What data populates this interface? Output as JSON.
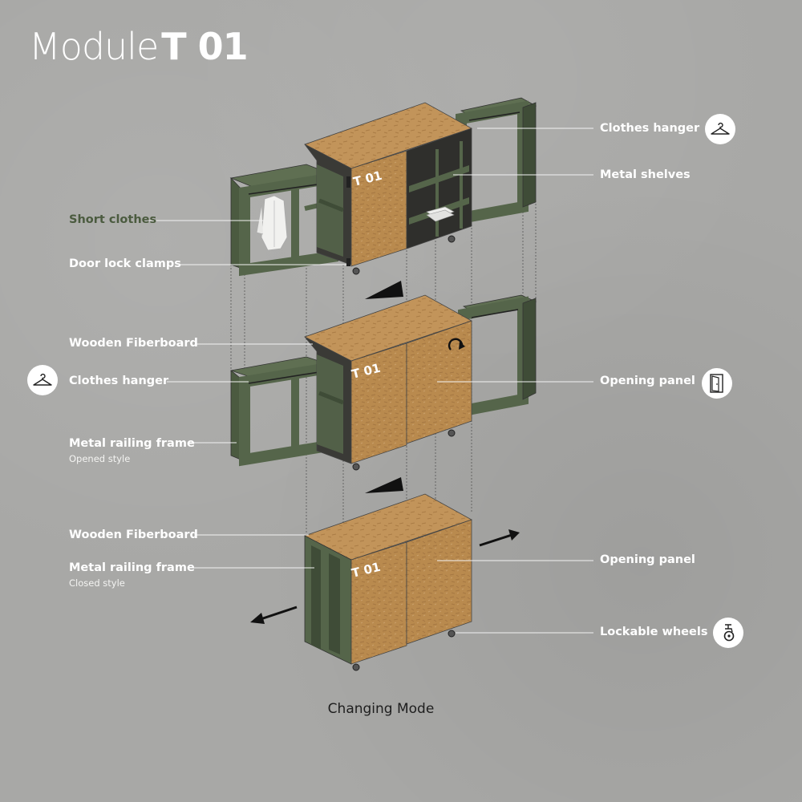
{
  "title": {
    "prefix": "Module",
    "code": "T 01"
  },
  "module_mark": "T 01",
  "caption": "Changing Mode",
  "labels": {
    "clothes_hanger_top": "Clothes hanger",
    "metal_shelves": "Metal shelves",
    "short_clothes": "Short clothes",
    "door_lock_clamps": "Door lock clamps",
    "wooden_fiberboard_mid": "Wooden Fiberboard",
    "clothes_hanger_mid": "Clothes hanger",
    "opening_panel_mid": "Opening panel",
    "metal_railing_frame_mid": "Metal railing frame",
    "opened_style": "Opened style",
    "wooden_fiberboard_bottom": "Wooden Fiberboard",
    "metal_railing_frame_bottom": "Metal railing frame",
    "closed_style": "Closed style",
    "opening_panel_bottom": "Opening panel",
    "lockable_wheels": "Lockable wheels"
  },
  "icons": {
    "hanger_top": "clothes-hanger-icon",
    "hanger_mid": "clothes-hanger-icon",
    "door": "door-icon",
    "wheel": "caster-wheel-icon"
  },
  "colors": {
    "background": "#a8a8a6",
    "wood": "#b98a4e",
    "wood_dark": "#9a6f3c",
    "frame_green": "#55654a",
    "frame_green_dark": "#3f4c37",
    "label_green": "#4b5b3f"
  }
}
